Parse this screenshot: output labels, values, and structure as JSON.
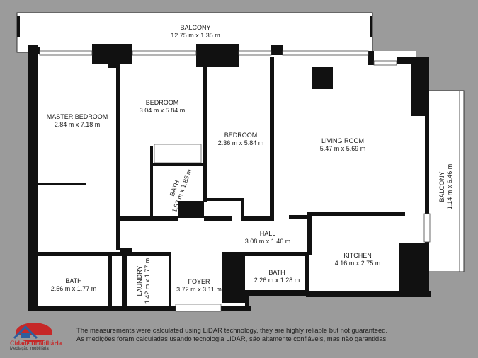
{
  "rooms": {
    "balcony_top": {
      "name": "BALCONY",
      "dims": "12.75 m x 1.35 m"
    },
    "master_bedroom": {
      "name": "MASTER BEDROOM",
      "dims": "2.84 m x 7.18 m"
    },
    "bedroom_1": {
      "name": "BEDROOM",
      "dims": "3.04 m x 5.84 m"
    },
    "bedroom_2": {
      "name": "BEDROOM",
      "dims": "2.36 m x 5.84 m"
    },
    "living_room": {
      "name": "LIVING ROOM",
      "dims": "5.47 m x 5.69 m"
    },
    "balcony_side": {
      "name": "BALCONY",
      "dims": "1.14 m x 6.46 m"
    },
    "bath_inner": {
      "name": "BATH",
      "dims": "1.82 m x 1.85 m"
    },
    "hall": {
      "name": "HALL",
      "dims": "3.08 m x 1.46 m"
    },
    "kitchen": {
      "name": "KITCHEN",
      "dims": "4.16 m x 2.75 m"
    },
    "bath_master": {
      "name": "BATH",
      "dims": "2.56 m x 1.77 m"
    },
    "laundry": {
      "name": "LAUNDRY",
      "dims": "1.42 m x 1.77 m"
    },
    "foyer": {
      "name": "FOYER",
      "dims": "3.72 m x 3.11 m"
    },
    "bath_small": {
      "name": "BATH",
      "dims": "2.26 m x 1.28 m"
    }
  },
  "disclaimer": {
    "en": "The measurements were calculated using LiDAR technology, they are highly reliable but not guaranteed.",
    "pt": "As medições foram calculadas usando tecnologia LiDAR, são altamente confiáveis, mas não garantidas."
  },
  "logo": {
    "name": "Cidade Imobiliária",
    "tagline": "Mediação imobiliária"
  },
  "colors": {
    "background": "#9b9b9b",
    "floor": "#ffffff",
    "wall": "#111111",
    "logo_red": "#c62828",
    "logo_blue": "#2d5f9e"
  }
}
